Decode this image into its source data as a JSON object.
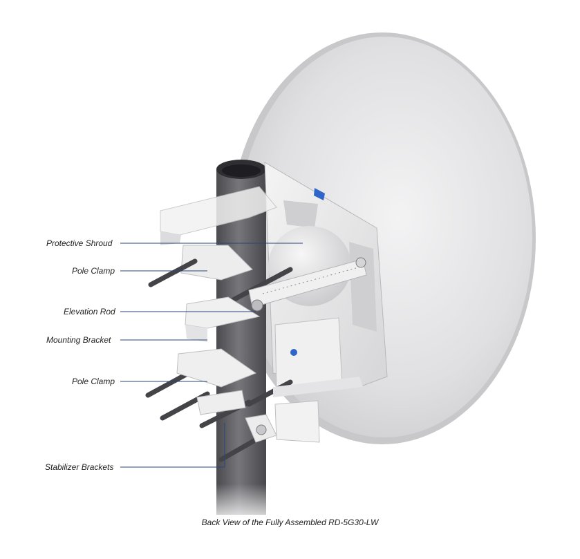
{
  "callouts": [
    {
      "label": "Protective Shroud"
    },
    {
      "label": "Pole Clamp"
    },
    {
      "label": "Elevation Rod"
    },
    {
      "label": "Mounting Bracket"
    },
    {
      "label": "Pole Clamp"
    },
    {
      "label": "Stabilizer Brackets"
    }
  ],
  "caption": "Back View of the Fully Assembled RD-5G30-LW",
  "colors": {
    "dish": "#e4e4e6",
    "pole": "#5f5f63",
    "bracket": "#ececec",
    "rod": "#4a4a4a",
    "leader_line": "#27467a",
    "logo": "#2f64c8"
  }
}
